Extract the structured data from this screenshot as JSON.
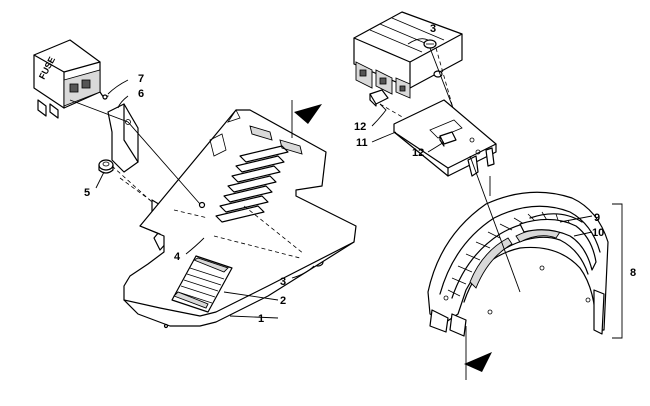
{
  "callouts": {
    "c1": "1",
    "c2": "2",
    "c3_left": "3",
    "c3_top": "3",
    "c4": "4",
    "c5": "5",
    "c6": "6",
    "c7": "7",
    "c8": "8",
    "c9": "9",
    "c10": "10",
    "c11": "11",
    "c12_left": "12",
    "c12_right": "12"
  },
  "fuse_label": "FUSE"
}
